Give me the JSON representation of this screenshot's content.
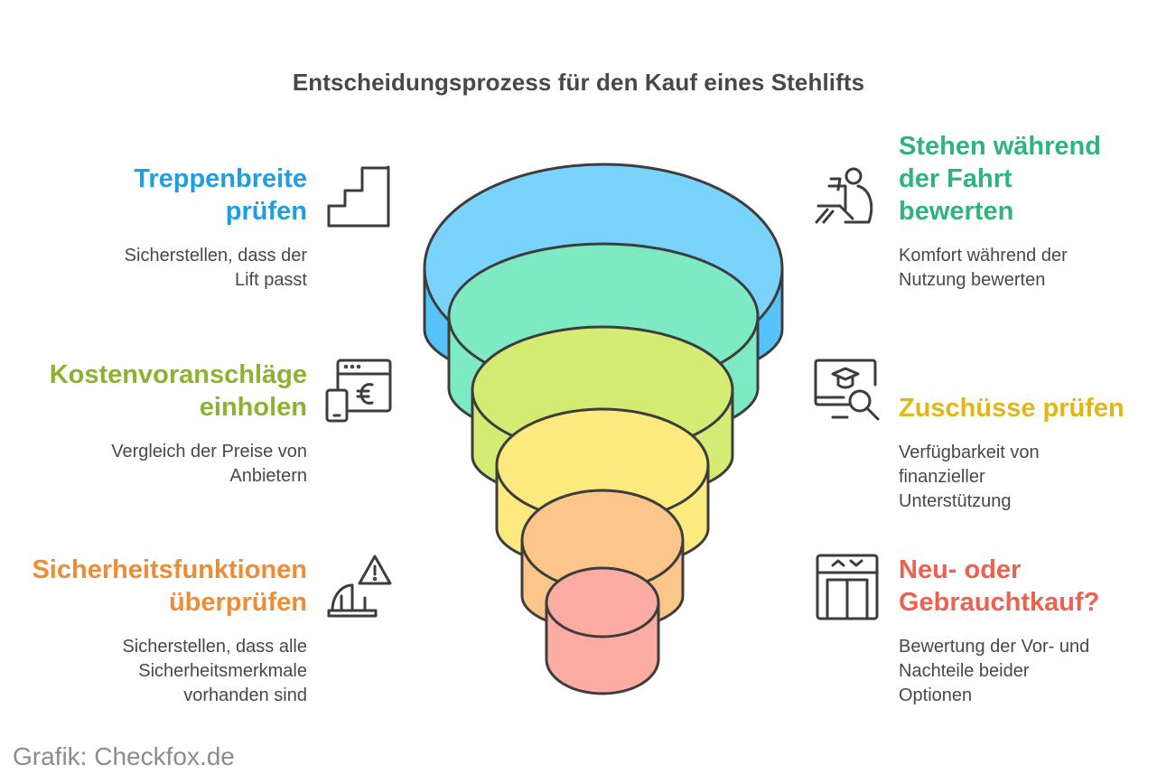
{
  "title": "Entscheidungsprozess für den Kauf eines Stehlifts",
  "footer": "Grafik: Checkfox.de",
  "colors": {
    "text": "#484848",
    "outline": "#3d3d3d",
    "blue_heading": "#1f9fdf",
    "green_heading": "#2fb47d",
    "olive_heading": "#8cb32f",
    "yellow_heading": "#e0b619",
    "orange_heading": "#ef8c34",
    "red_heading": "#ec6150",
    "layer_blue": "#79d3fb",
    "layer_green": "#7eeac4",
    "layer_lime": "#d4ec74",
    "layer_yellow": "#fcea7f",
    "layer_orange": "#fcc589",
    "layer_red": "#fcaca2"
  },
  "steps": {
    "treppenbreite": {
      "heading_1": "Treppenbreite",
      "heading_2": "prüfen",
      "desc_1": "Sicherstellen, dass der",
      "desc_2": "Lift passt",
      "icon": "stairs-icon"
    },
    "stehen": {
      "heading_1": "Stehen während",
      "heading_2": "der Fahrt",
      "heading_3": "bewerten",
      "desc_1": "Komfort während der",
      "desc_2": "Nutzung bewerten",
      "icon": "person-with-laptop-icon"
    },
    "kosten": {
      "heading_1": "Kostenvoranschläge",
      "heading_2": "einholen",
      "desc_1": "Vergleich der Preise von",
      "desc_2": "Anbietern",
      "icon": "euro-payment-icon"
    },
    "zuschuesse": {
      "heading_1": "Zuschüsse prüfen",
      "desc_1": "Verfügbarkeit von",
      "desc_2": "finanzieller",
      "desc_3": "Unterstützung",
      "icon": "education-search-icon"
    },
    "sicherheit": {
      "heading_1": "Sicherheitsfunktionen",
      "heading_2": "überprüfen",
      "desc_1": "Sicherstellen, dass alle",
      "desc_2": "Sicherheitsmerkmale",
      "desc_3": "vorhanden sind",
      "icon": "warning-shield-icon"
    },
    "neu": {
      "heading_1": "Neu- oder",
      "heading_2": "Gebrauchtkauf?",
      "desc_1": "Bewertung der Vor- und",
      "desc_2": "Nachteile beider",
      "desc_3": "Optionen",
      "icon": "elevator-icon"
    }
  }
}
